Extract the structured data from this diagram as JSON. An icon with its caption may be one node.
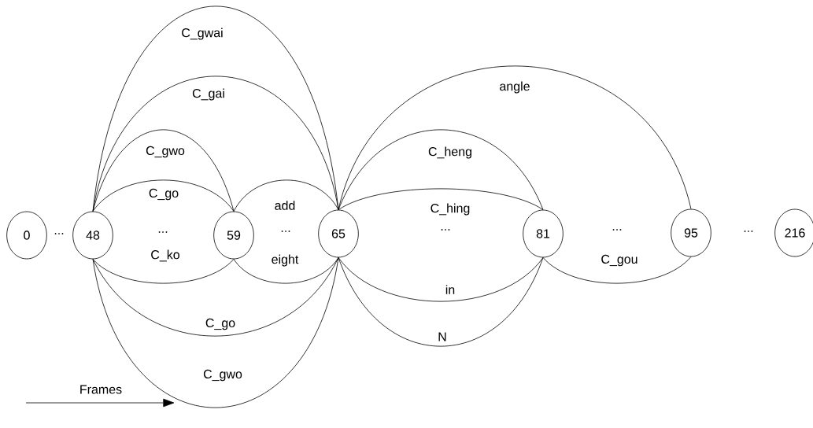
{
  "diagram": {
    "nodes": [
      {
        "text": [
          "0"
        ]
      },
      {
        "text": [
          "48"
        ]
      },
      {
        "text": [
          "59"
        ]
      },
      {
        "text": [
          "65"
        ]
      },
      {
        "text": [
          "81"
        ]
      },
      {
        "text": [
          "95"
        ]
      },
      {
        "text": [
          "216"
        ]
      }
    ],
    "edges": [
      {
        "from": 1,
        "to": 3,
        "arrow": "none",
        "label": "C_gwai"
      },
      {
        "from": 1,
        "to": 3,
        "arrow": "none",
        "label": "C_gai"
      },
      {
        "from": 1,
        "to": 2,
        "arrow": "none",
        "label": "C_gwo"
      },
      {
        "from": 1,
        "to": 2,
        "arrow": "none",
        "label": "C_go"
      },
      {
        "from": 1,
        "to": 2,
        "arrow": "none",
        "label": "C_ko"
      },
      {
        "from": 2,
        "to": 3,
        "arrow": "none",
        "label": "add"
      },
      {
        "from": 2,
        "to": 3,
        "arrow": "none",
        "label": "eight"
      },
      {
        "from": 1,
        "to": 3,
        "arrow": "none",
        "label": "C_go"
      },
      {
        "from": 1,
        "to": 3,
        "arrow": "none",
        "label": "C_gwo"
      },
      {
        "from": 3,
        "to": 5,
        "arrow": "none",
        "label": "angle"
      },
      {
        "from": 3,
        "to": 4,
        "arrow": "none",
        "label": "C_heng"
      },
      {
        "from": 3,
        "to": 4,
        "arrow": "none",
        "label": "C_hing"
      },
      {
        "from": 3,
        "to": 4,
        "arrow": "none",
        "label": "in"
      },
      {
        "from": 3,
        "to": 4,
        "arrow": "none",
        "label": "N"
      },
      {
        "from": 4,
        "to": 5,
        "arrow": "none",
        "label": "C_gou"
      }
    ],
    "labels": [
      "...",
      "...",
      "...",
      "...",
      "...",
      "...",
      "Frames"
    ]
  }
}
